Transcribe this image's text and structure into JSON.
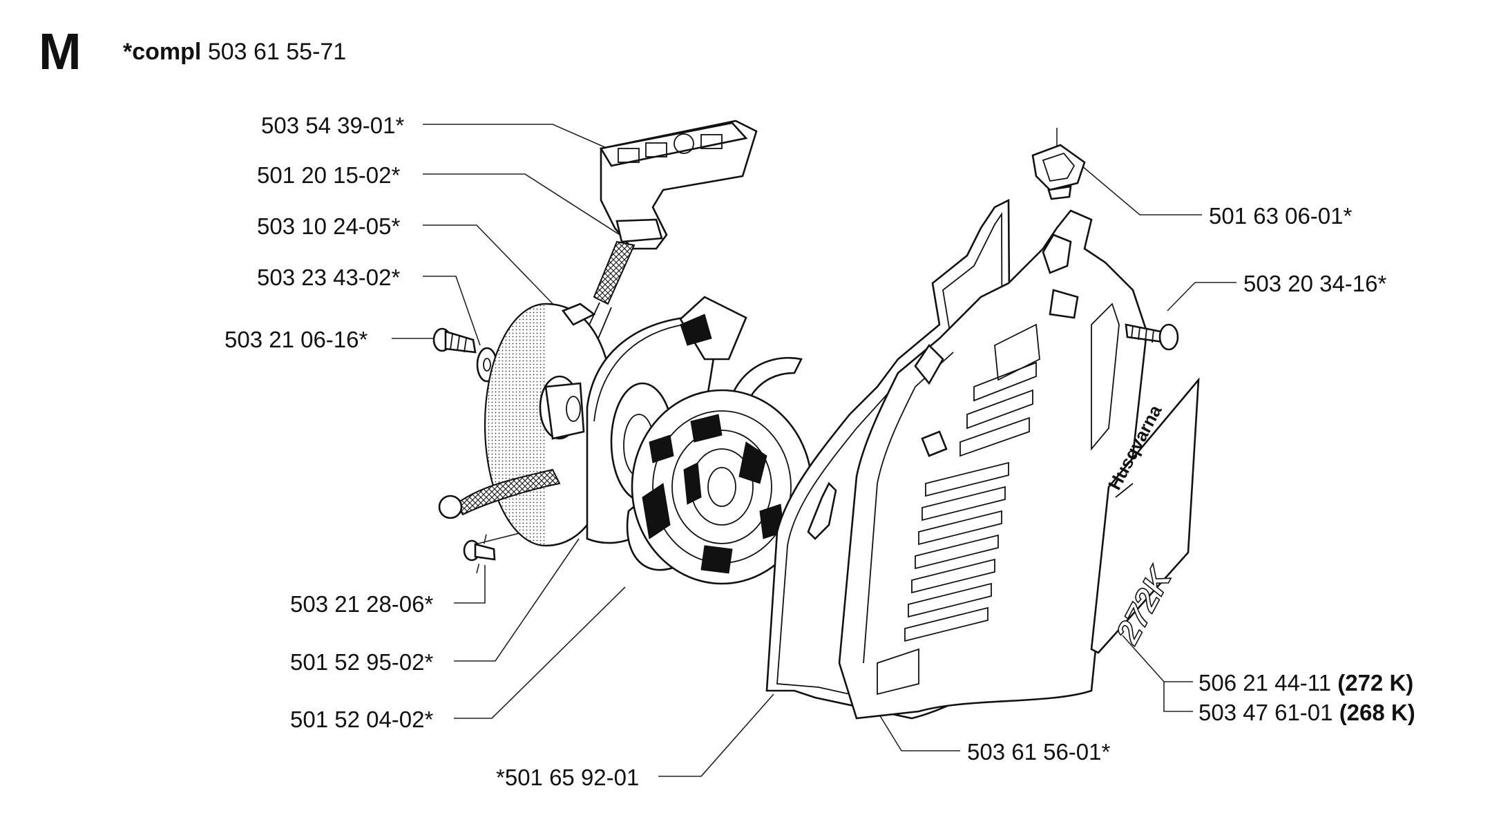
{
  "header": {
    "section_letter": "M",
    "compl_prefix": "*compl",
    "compl_number": "503 61 55-71"
  },
  "labels": {
    "l1": "503 54 39-01*",
    "l2": "501 20 15-02*",
    "l3": "503 10 24-05*",
    "l4": "503 23 43-02*",
    "l5": "503 21 06-16*",
    "l6": "503 21 28-06*",
    "l7": "501 52 95-02*",
    "l8": "501 52 04-02*",
    "l9": "*501 65 92-01",
    "l10": "503 61 56-01*",
    "l11": "501 63 06-01*",
    "l12": "503 20 34-16*",
    "l13_num": "506 21 44-11",
    "l13_model": "(272 K)",
    "l14_num": "503 47 61-01",
    "l14_model": "(268 K)"
  },
  "decal": {
    "brand": "Husqvarna",
    "model": "272K"
  },
  "colors": {
    "ink": "#111111",
    "background": "#ffffff"
  }
}
